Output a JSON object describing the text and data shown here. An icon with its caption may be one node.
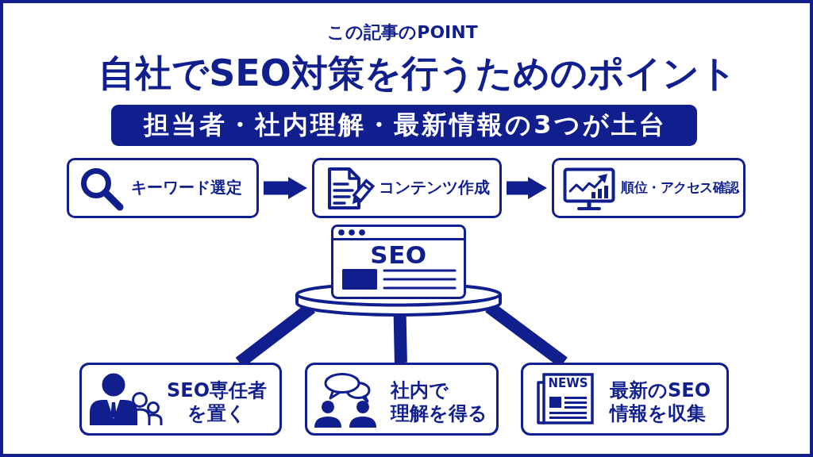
{
  "diagram": {
    "title": "自社でSEO対策を行うためのポイント",
    "nodes": [
      {
        "text": [
          "担当者・社内理解・最新情報の3つが土台"
        ]
      },
      {
        "text": [
          "キーワード選定"
        ]
      },
      {
        "text": [
          "コンテンツ作成"
        ]
      },
      {
        "text": [
          "順位・アクセス確認"
        ]
      },
      {
        "text": [
          "SEO"
        ]
      },
      {
        "text": [],
        "shape": "cylinder"
      },
      {
        "text": [
          "SEO専任者を置く"
        ]
      },
      {
        "text": [
          "社内で理解を得る"
        ]
      },
      {
        "text": [
          "最新のSEO情報を収集"
        ]
      }
    ],
    "edges": [
      {
        "from": 1,
        "to": 2,
        "arrow": "to"
      },
      {
        "from": 2,
        "to": 3,
        "arrow": "to"
      },
      {
        "from": 5,
        "to": 6,
        "arrow": "none"
      },
      {
        "from": 5,
        "to": 7,
        "arrow": "none"
      },
      {
        "from": 5,
        "to": 8,
        "arrow": "none"
      }
    ],
    "labels": [
      "この記事のPOINT",
      "NEWS"
    ]
  }
}
